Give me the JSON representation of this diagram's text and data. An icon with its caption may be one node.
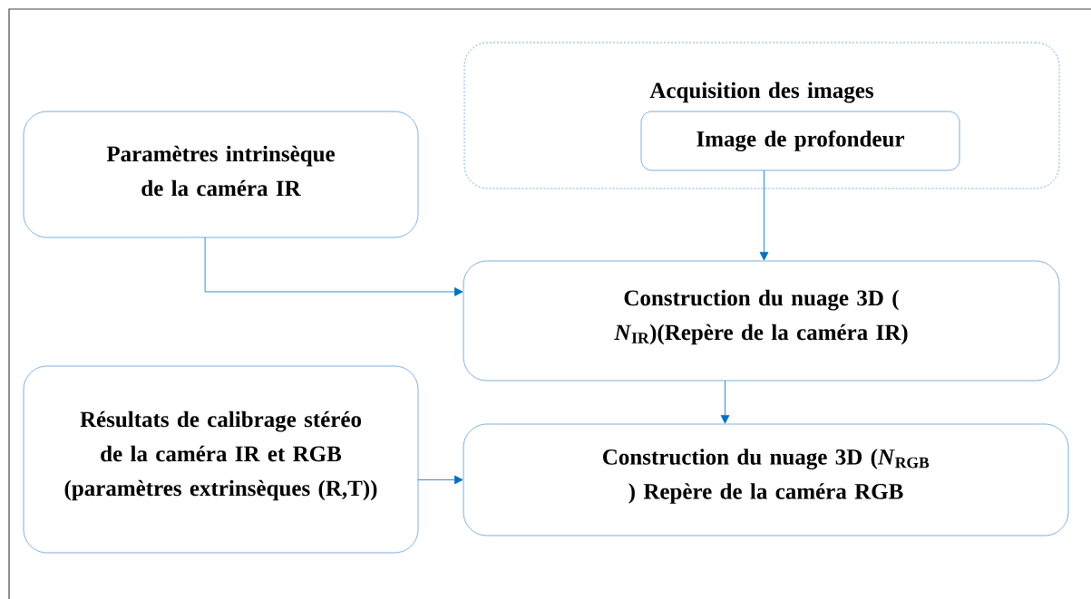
{
  "diagram": {
    "nodes": [
      {
        "text": [
          "Acquisition des images"
        ]
      },
      {
        "text": [
          "Image de profondeur"
        ],
        "in": 0
      },
      {
        "text": [
          "Paramètres intrinsèque de la caméra IR"
        ]
      },
      {
        "text": [
          "Construction  du nuage 3D ( *N*$_{IR}$)(Repère de la caméra IR)"
        ]
      },
      {
        "text": [
          "Résultats de calibrage stéréo de la caméra IR et RGB (paramètres extrinsèques (R,T))"
        ]
      },
      {
        "text": [
          "Construction  du nuage 3D (*N*$_{RGB}$ ) Repère de la caméra RGB"
        ]
      }
    ],
    "edges": [
      {
        "from": 1,
        "to": 3,
        "arrow": "to"
      },
      {
        "from": 2,
        "to": 3,
        "arrow": "to"
      },
      {
        "from": 3,
        "to": 5,
        "arrow": "to"
      },
      {
        "from": 4,
        "to": 5,
        "arrow": "to"
      }
    ]
  }
}
